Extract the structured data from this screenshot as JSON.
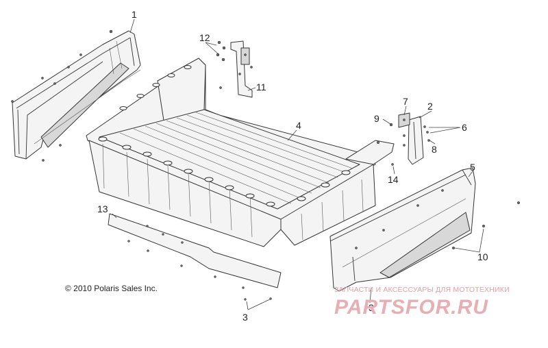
{
  "diagram": {
    "copyright": "© 2010 Polaris Sales Inc.",
    "watermark": {
      "subtitle": "ЗАПЧАСТИ И АКСЕССУАРЫ ДЛЯ МОТОТЕХНИКИ",
      "brand": "PARTSFOR.RU"
    },
    "callouts": [
      {
        "id": "c1",
        "label": "1"
      },
      {
        "id": "c2",
        "label": "2"
      },
      {
        "id": "c3a",
        "label": "3"
      },
      {
        "id": "c3b",
        "label": "3"
      },
      {
        "id": "c4",
        "label": "4"
      },
      {
        "id": "c5",
        "label": "5"
      },
      {
        "id": "c6",
        "label": "6"
      },
      {
        "id": "c7",
        "label": "7"
      },
      {
        "id": "c8",
        "label": "8"
      },
      {
        "id": "c9",
        "label": "9"
      },
      {
        "id": "c10",
        "label": "10"
      },
      {
        "id": "c11",
        "label": "11"
      },
      {
        "id": "c12",
        "label": "12"
      },
      {
        "id": "c13",
        "label": "13"
      },
      {
        "id": "c14",
        "label": "14"
      }
    ]
  }
}
